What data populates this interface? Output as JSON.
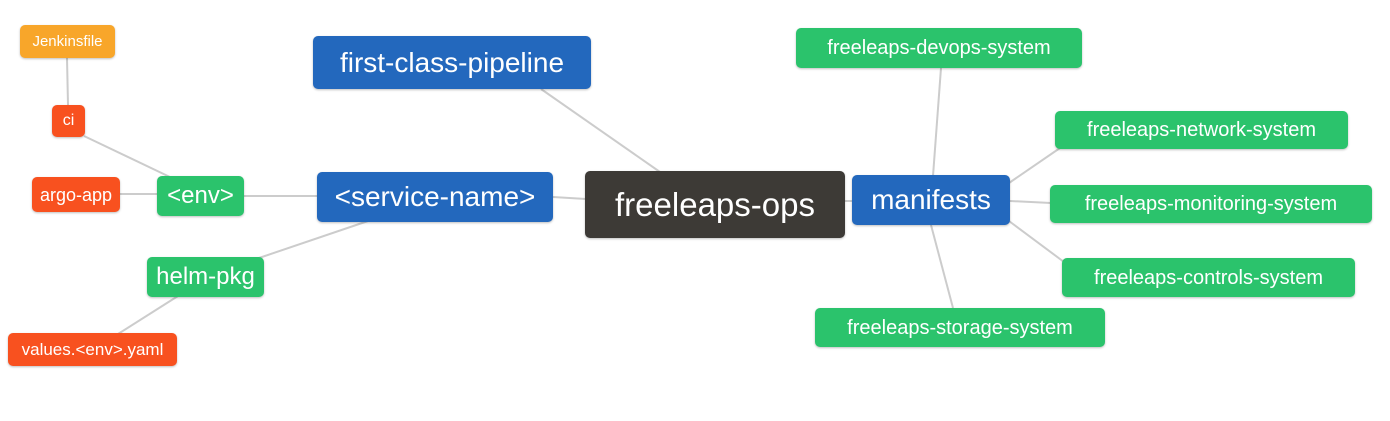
{
  "diagram": {
    "type": "mindmap",
    "root": "freeleaps-ops",
    "palette": {
      "blue": "#2368bd",
      "green": "#2bc36c",
      "orange": "#f8a62a",
      "red": "#f8511f",
      "dark": "#3d3a36",
      "edge": "#cccccc",
      "text": "#ffffff",
      "background": "#ffffff"
    },
    "nodes": [
      {
        "id": "jenkinsfile",
        "label": "Jenkinsfile",
        "color": "orange"
      },
      {
        "id": "ci",
        "label": "ci",
        "color": "red"
      },
      {
        "id": "argo-app",
        "label": "argo-app",
        "color": "red"
      },
      {
        "id": "env",
        "label": "<env>",
        "color": "green"
      },
      {
        "id": "helm-pkg",
        "label": "helm-pkg",
        "color": "green"
      },
      {
        "id": "values-env-yaml",
        "label": "values.<env>.yaml",
        "color": "red"
      },
      {
        "id": "first-class-pipeline",
        "label": "first-class-pipeline",
        "color": "blue"
      },
      {
        "id": "service-name",
        "label": "<service-name>",
        "color": "blue"
      },
      {
        "id": "freeleaps-ops",
        "label": "freeleaps-ops",
        "color": "dark"
      },
      {
        "id": "manifests",
        "label": "manifests",
        "color": "blue"
      },
      {
        "id": "devops-system",
        "label": "freeleaps-devops-system",
        "color": "green"
      },
      {
        "id": "network-system",
        "label": "freeleaps-network-system",
        "color": "green"
      },
      {
        "id": "monitoring-system",
        "label": "freeleaps-monitoring-system",
        "color": "green"
      },
      {
        "id": "controls-system",
        "label": "freeleaps-controls-system",
        "color": "green"
      },
      {
        "id": "storage-system",
        "label": "freeleaps-storage-system",
        "color": "green"
      }
    ],
    "edges": [
      {
        "from": "jenkinsfile",
        "to": "ci"
      },
      {
        "from": "ci",
        "to": "env"
      },
      {
        "from": "argo-app",
        "to": "env"
      },
      {
        "from": "env",
        "to": "service-name"
      },
      {
        "from": "helm-pkg",
        "to": "service-name"
      },
      {
        "from": "values-env-yaml",
        "to": "helm-pkg"
      },
      {
        "from": "first-class-pipeline",
        "to": "freeleaps-ops"
      },
      {
        "from": "service-name",
        "to": "freeleaps-ops"
      },
      {
        "from": "freeleaps-ops",
        "to": "manifests"
      },
      {
        "from": "manifests",
        "to": "devops-system"
      },
      {
        "from": "manifests",
        "to": "network-system"
      },
      {
        "from": "manifests",
        "to": "monitoring-system"
      },
      {
        "from": "manifests",
        "to": "controls-system"
      },
      {
        "from": "manifests",
        "to": "storage-system"
      }
    ]
  }
}
